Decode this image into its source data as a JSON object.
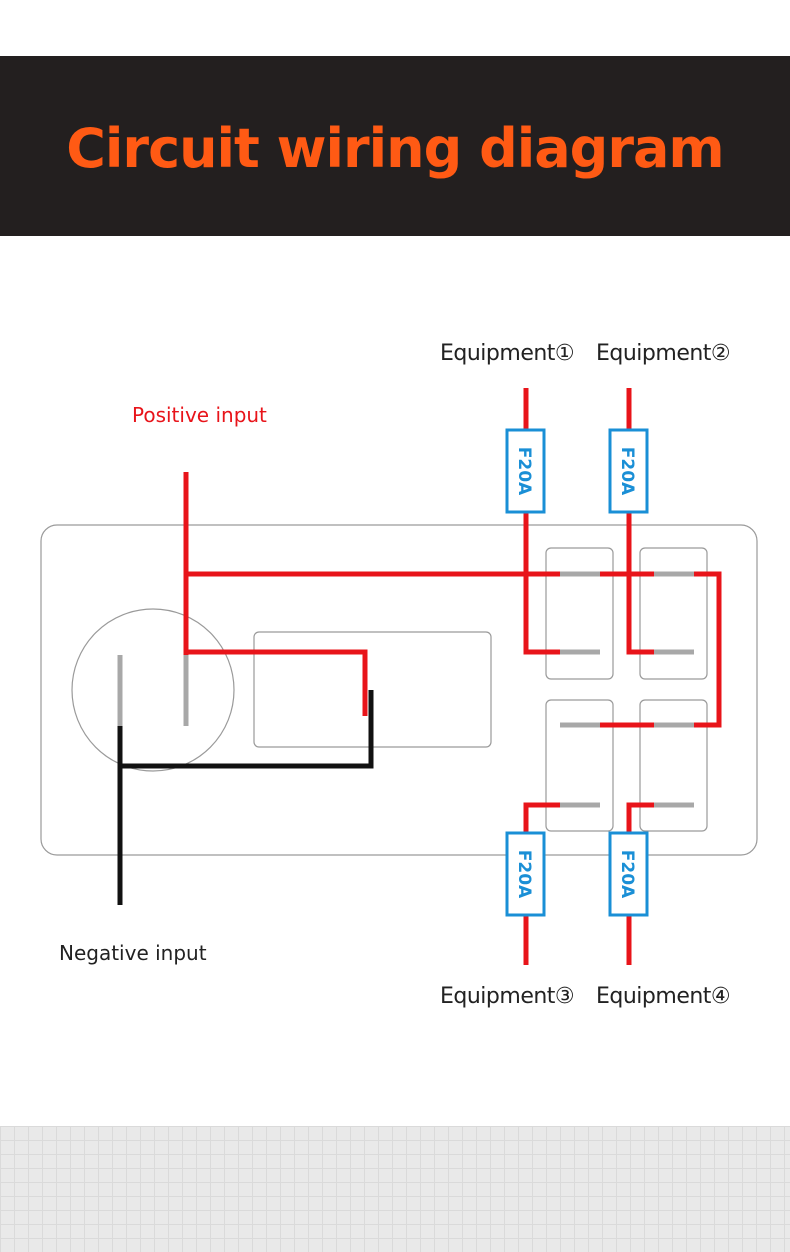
{
  "header": {
    "title": "Circuit wiring diagram"
  },
  "labels": {
    "positive_input": "Positive input",
    "negative_input": "Negative input",
    "equipment_1": "Equipment①",
    "equipment_2": "Equipment②",
    "equipment_3": "Equipment③",
    "equipment_4": "Equipment④"
  },
  "fuses": [
    {
      "rating": "F20A"
    },
    {
      "rating": "F20A"
    },
    {
      "rating": "F20A"
    },
    {
      "rating": "F20A"
    }
  ],
  "colors": {
    "banner_bg": "#231f1f",
    "title": "#ff5a14",
    "positive_wire": "#e8141a",
    "negative_wire": "#111111",
    "fuse": "#1a8fd6",
    "terminal": "#a8a8a8",
    "outline": "#9a9a9a"
  }
}
